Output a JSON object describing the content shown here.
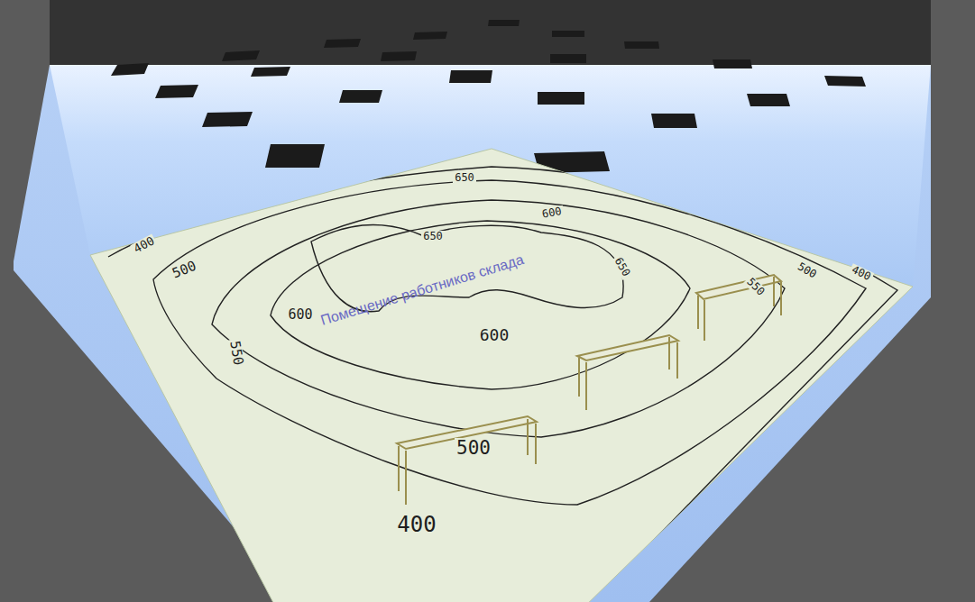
{
  "diagram": {
    "labels": [
      "400",
      "500",
      "550",
      "600",
      "650",
      "650",
      "600",
      "650",
      "550",
      "500",
      "400",
      "600",
      "500",
      "400",
      "Помещение работников склада"
    ]
  }
}
